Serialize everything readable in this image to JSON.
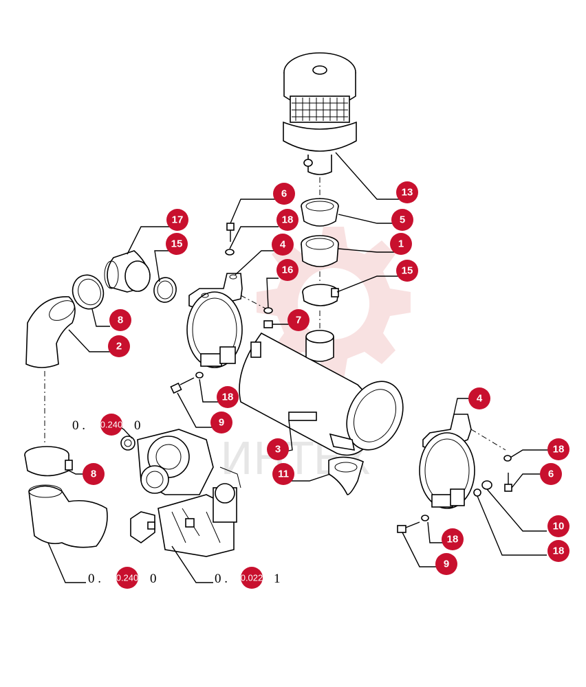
{
  "watermark": {
    "text": "ИНТЕХ",
    "color": "#f3c8c8"
  },
  "accent_color": "#c8102e",
  "callouts": [
    {
      "id": "c13",
      "label": "13"
    },
    {
      "id": "c5",
      "label": "5"
    },
    {
      "id": "c1",
      "label": "1"
    },
    {
      "id": "c15a",
      "label": "15"
    },
    {
      "id": "c6a",
      "label": "6"
    },
    {
      "id": "c18a",
      "label": "18"
    },
    {
      "id": "c4a",
      "label": "4"
    },
    {
      "id": "c16",
      "label": "16"
    },
    {
      "id": "c7",
      "label": "7"
    },
    {
      "id": "c17",
      "label": "17"
    },
    {
      "id": "c15b",
      "label": "15"
    },
    {
      "id": "c8a",
      "label": "8"
    },
    {
      "id": "c2",
      "label": "2"
    },
    {
      "id": "c18b",
      "label": "18"
    },
    {
      "id": "c9a",
      "label": "9"
    },
    {
      "id": "c3",
      "label": "3"
    },
    {
      "id": "c11",
      "label": "11"
    },
    {
      "id": "c8b",
      "label": "8"
    },
    {
      "id": "c4b",
      "label": "4"
    },
    {
      "id": "c18c",
      "label": "18"
    },
    {
      "id": "c6b",
      "label": "6"
    },
    {
      "id": "c10",
      "label": "10"
    },
    {
      "id": "c18d",
      "label": "18"
    },
    {
      "id": "c18e",
      "label": "18"
    },
    {
      "id": "c9b",
      "label": "9"
    }
  ],
  "references": [
    {
      "id": "r1",
      "prefix": "0 .",
      "code": "0.240",
      "suffix": "0"
    },
    {
      "id": "r2",
      "prefix": "0 .",
      "code": "0.240",
      "suffix": "0"
    },
    {
      "id": "r3",
      "prefix": "0 .",
      "code": "0.022",
      "suffix": "1"
    }
  ]
}
